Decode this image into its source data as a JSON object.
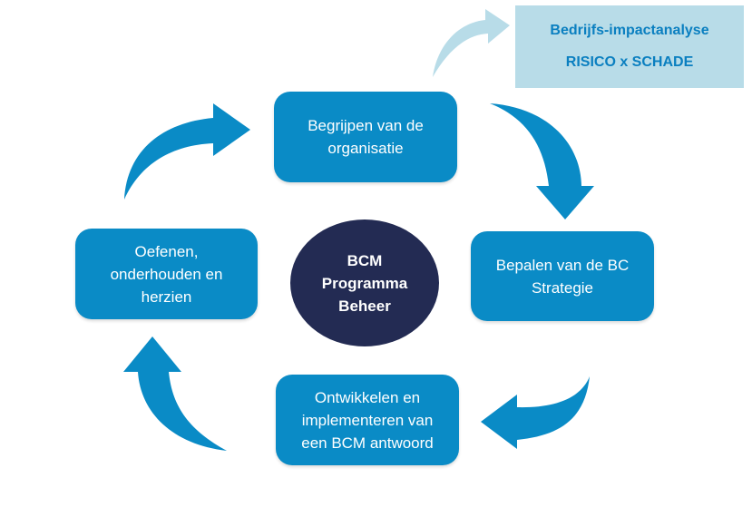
{
  "diagram": {
    "title_center": {
      "lines": [
        "BCM",
        "Programma",
        "Beheer"
      ]
    },
    "steps": [
      {
        "id": "understand",
        "lines": [
          "Begrijpen van de",
          "organisatie"
        ]
      },
      {
        "id": "strategy",
        "lines": [
          "Bepalen van de BC",
          "Strategie"
        ]
      },
      {
        "id": "develop",
        "lines": [
          "Ontwikkelen en",
          "implementeren van",
          "een BCM antwoord"
        ]
      },
      {
        "id": "exercise",
        "lines": [
          "Oefenen,",
          "onderhouden en",
          "herzien"
        ]
      }
    ],
    "side_note": {
      "title": "Bedrijfs-impactanalyse",
      "subtitle": "RISICO x SCHADE"
    },
    "arrows": [
      {
        "from": "exercise",
        "to": "understand",
        "icon": "curved-arrow-right-icon"
      },
      {
        "from": "understand",
        "to": "strategy",
        "icon": "curved-arrow-down-icon"
      },
      {
        "from": "strategy",
        "to": "develop",
        "icon": "curved-arrow-left-icon"
      },
      {
        "from": "develop",
        "to": "exercise",
        "icon": "curved-arrow-up-icon"
      },
      {
        "from": "understand",
        "to": "side_note",
        "icon": "curved-arrow-right-light-icon"
      }
    ],
    "colors": {
      "step_fill": "#0a8bc6",
      "center_fill": "#232b53",
      "note_fill": "#b8dce8",
      "note_text": "#0a7fc0",
      "arrow_light": "#b8dce8"
    }
  }
}
